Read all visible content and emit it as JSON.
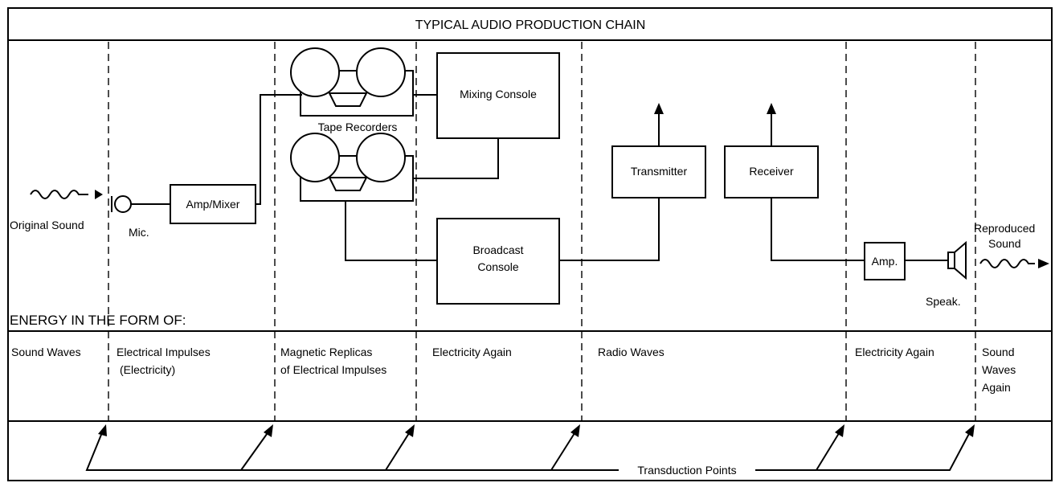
{
  "title": "TYPICAL AUDIO PRODUCTION CHAIN",
  "components": {
    "original_sound": "Original Sound",
    "mic": "Mic.",
    "amp_mixer": "Amp/Mixer",
    "tape_recorders": "Tape Recorders",
    "mixing_console": "Mixing Console",
    "broadcast_console_1": "Broadcast",
    "broadcast_console_2": "Console",
    "transmitter": "Transmitter",
    "receiver": "Receiver",
    "amp": "Amp.",
    "speaker": "Speak.",
    "reproduced_sound_1": "Reproduced",
    "reproduced_sound_2": "Sound"
  },
  "energy_heading": "ENERGY IN THE FORM OF:",
  "energy": {
    "sound_waves": "Sound Waves",
    "electrical_1": "Electrical Impulses",
    "electrical_2": "(Electricity)",
    "magnetic_1": "Magnetic Replicas",
    "magnetic_2": "of Electrical Impulses",
    "electricity_again_1": "Electricity Again",
    "radio_waves": "Radio Waves",
    "electricity_again_2": "Electricity Again",
    "sound_again_1": "Sound",
    "sound_again_2": "Waves",
    "sound_again_3": "Again"
  },
  "transduction_label": "Transduction Points"
}
